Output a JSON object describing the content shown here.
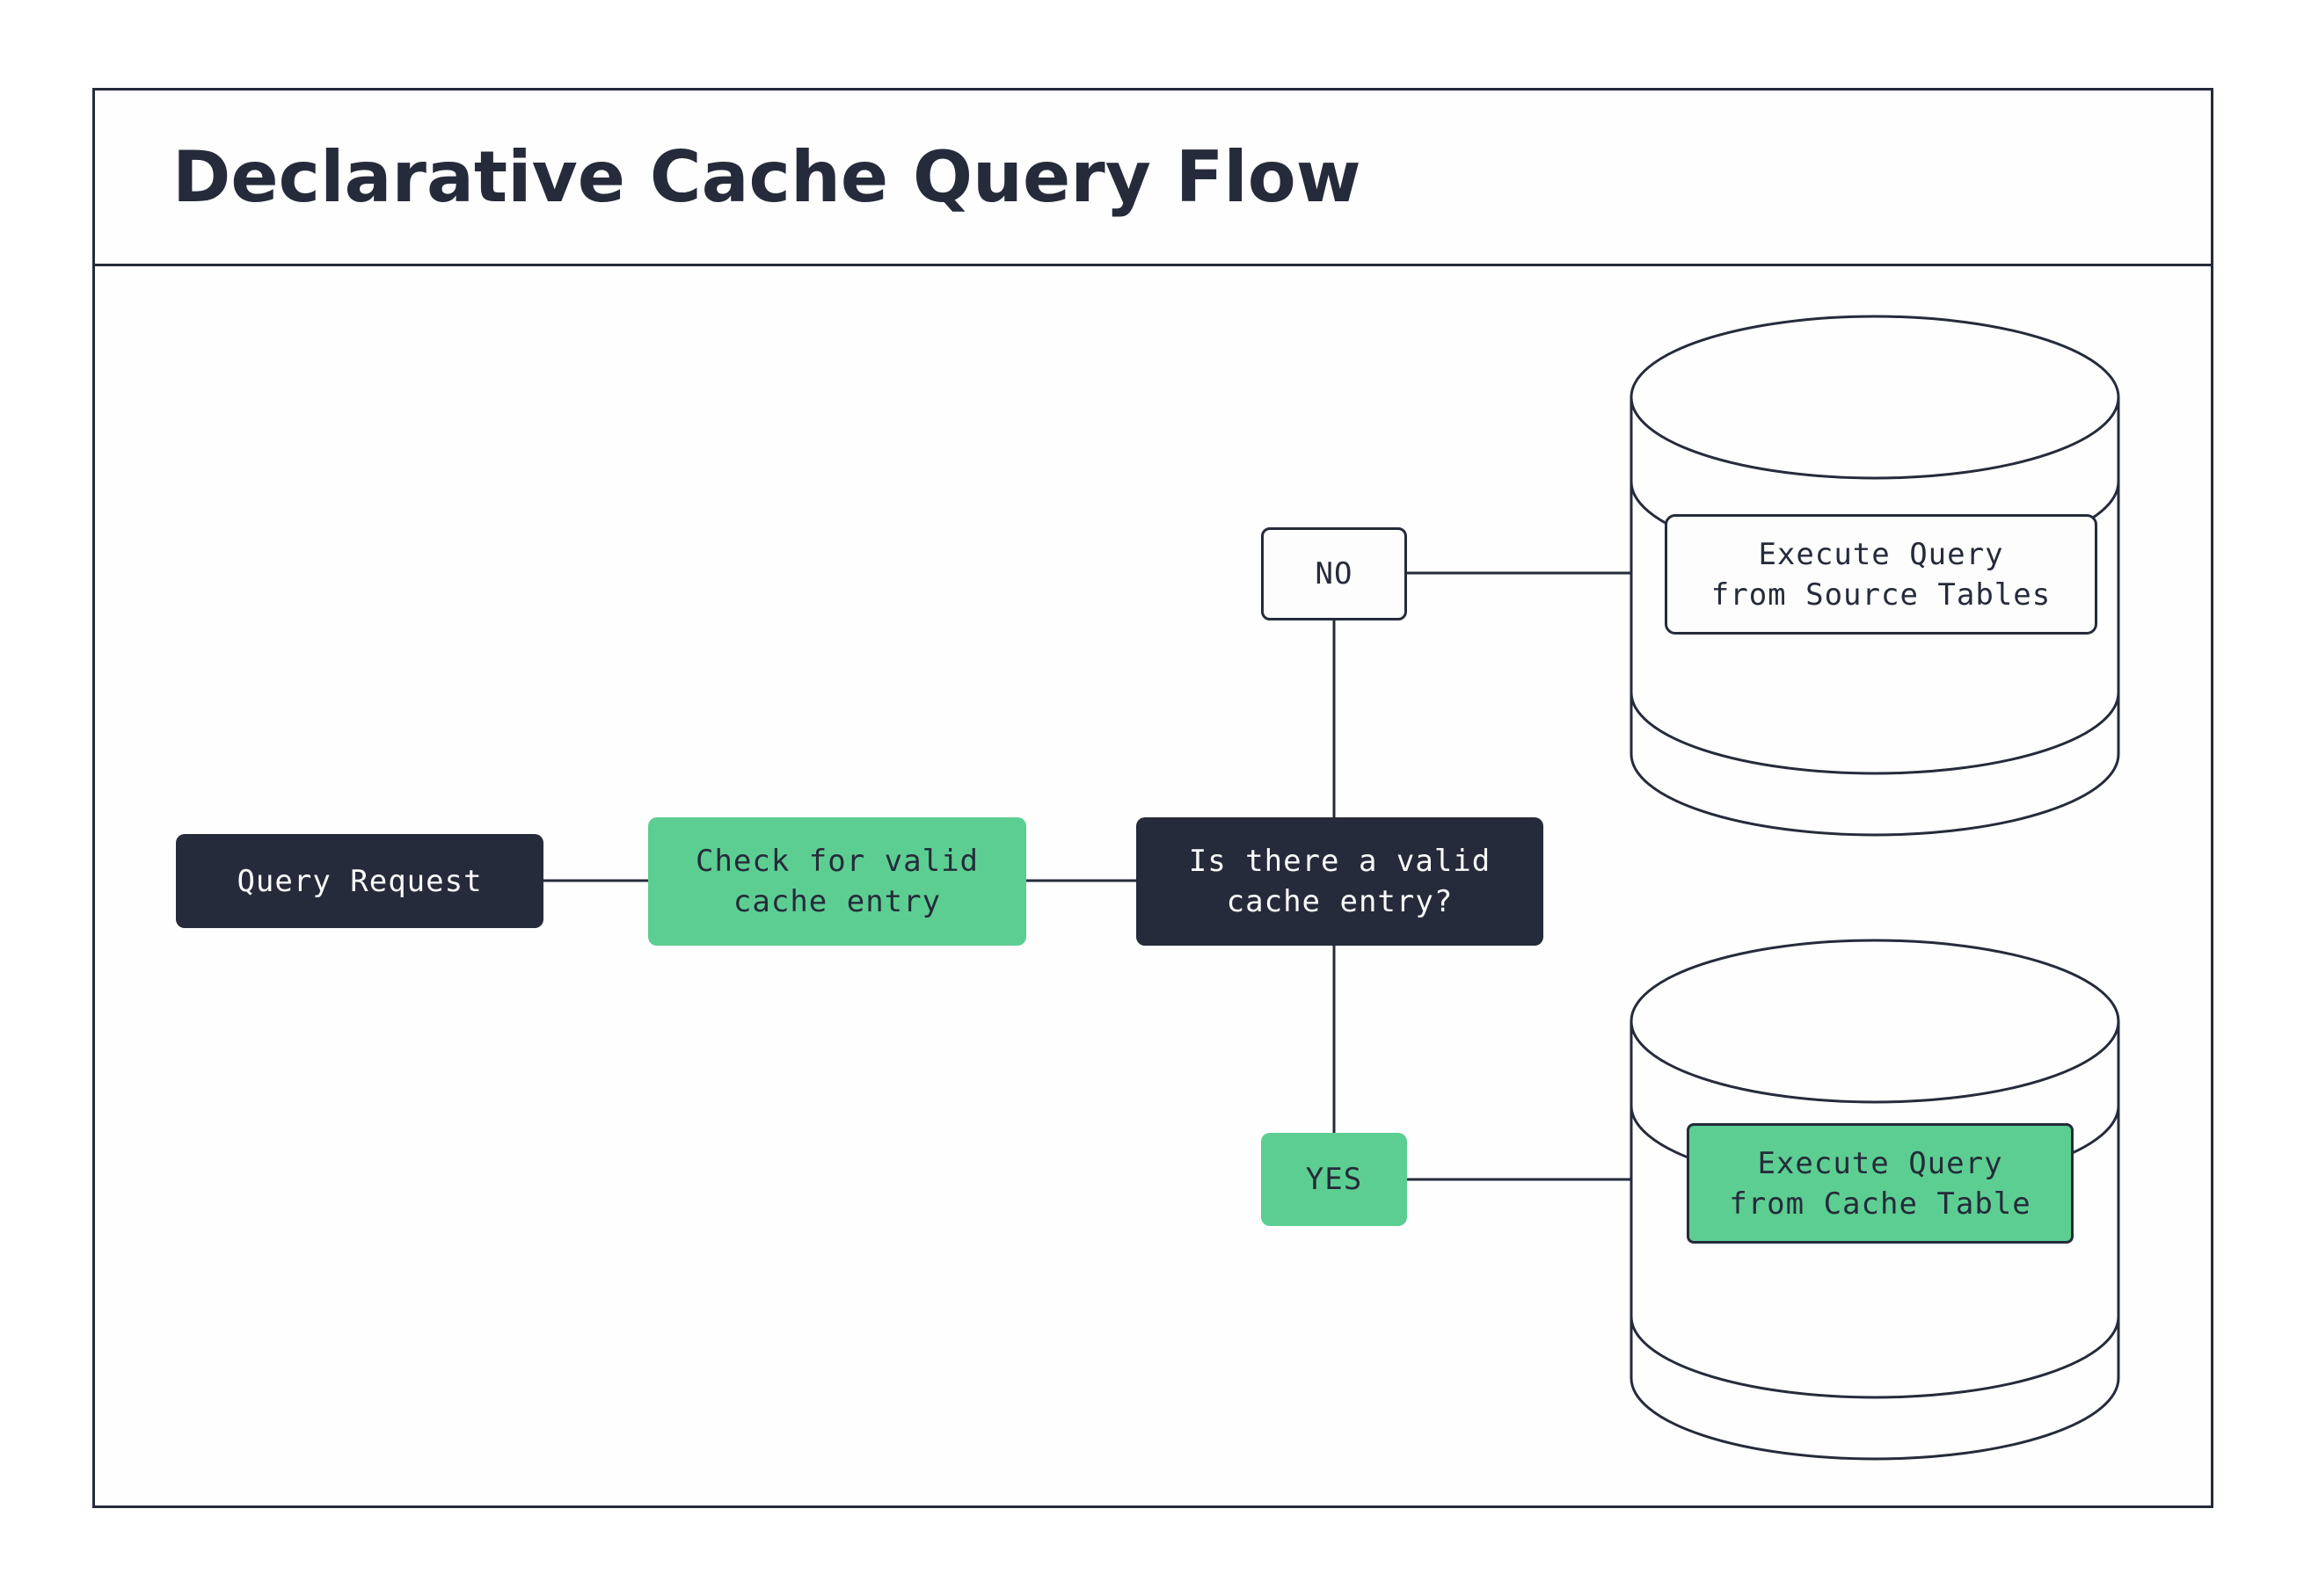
{
  "title": "Declarative Cache Query Flow",
  "colors": {
    "navy": "#252b3a",
    "green": "#5dce92",
    "white": "#fdfdfd",
    "background": "#ffffff"
  },
  "nodes": {
    "query_request": {
      "label": "Query Request"
    },
    "check_cache": {
      "label": "Check for valid\ncache entry"
    },
    "decision": {
      "label": "Is there a valid\ncache entry?"
    },
    "no": {
      "label": "NO"
    },
    "yes": {
      "label": "YES"
    },
    "execute_source": {
      "label": "Execute Query\nfrom Source Tables"
    },
    "execute_cache": {
      "label": "Execute Query\nfrom Cache Table"
    }
  },
  "edges": [
    {
      "from": "query_request",
      "to": "check_cache",
      "label": ""
    },
    {
      "from": "check_cache",
      "to": "decision",
      "label": ""
    },
    {
      "from": "decision",
      "to": "execute_source",
      "label": "NO"
    },
    {
      "from": "decision",
      "to": "execute_cache",
      "label": "YES"
    }
  ],
  "shapes": {
    "source_database": "cylinder",
    "cache_database": "cylinder"
  }
}
